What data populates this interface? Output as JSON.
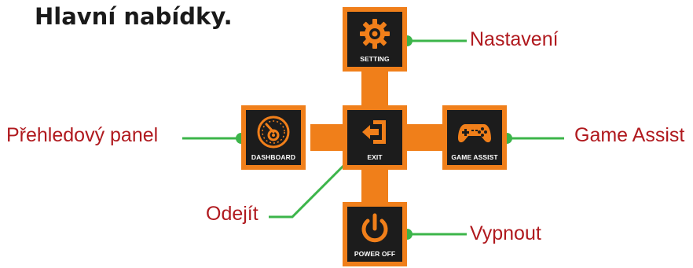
{
  "heading": "Hlavní nabídky.",
  "menu": {
    "setting": {
      "label": "SETTING",
      "icon": "gear-icon"
    },
    "dashboard": {
      "label": "DASHBOARD",
      "icon": "speedometer-icon"
    },
    "exit": {
      "label": "EXIT",
      "icon": "exit-door-icon"
    },
    "game_assist": {
      "label": "GAME ASSIST",
      "icon": "gamepad-icon"
    },
    "power_off": {
      "label": "POWER OFF",
      "icon": "power-icon"
    }
  },
  "callouts": {
    "setting": "Nastavení",
    "dashboard": "Přehledový panel",
    "exit": "Odejít",
    "game_assist": "Game Assist",
    "power_off": "Vypnout"
  },
  "colors": {
    "accent_orange": "#f07f1a",
    "tile_bg": "#1c1c1c",
    "callout_text": "#b0191e",
    "leader_line": "#3cb54a"
  }
}
